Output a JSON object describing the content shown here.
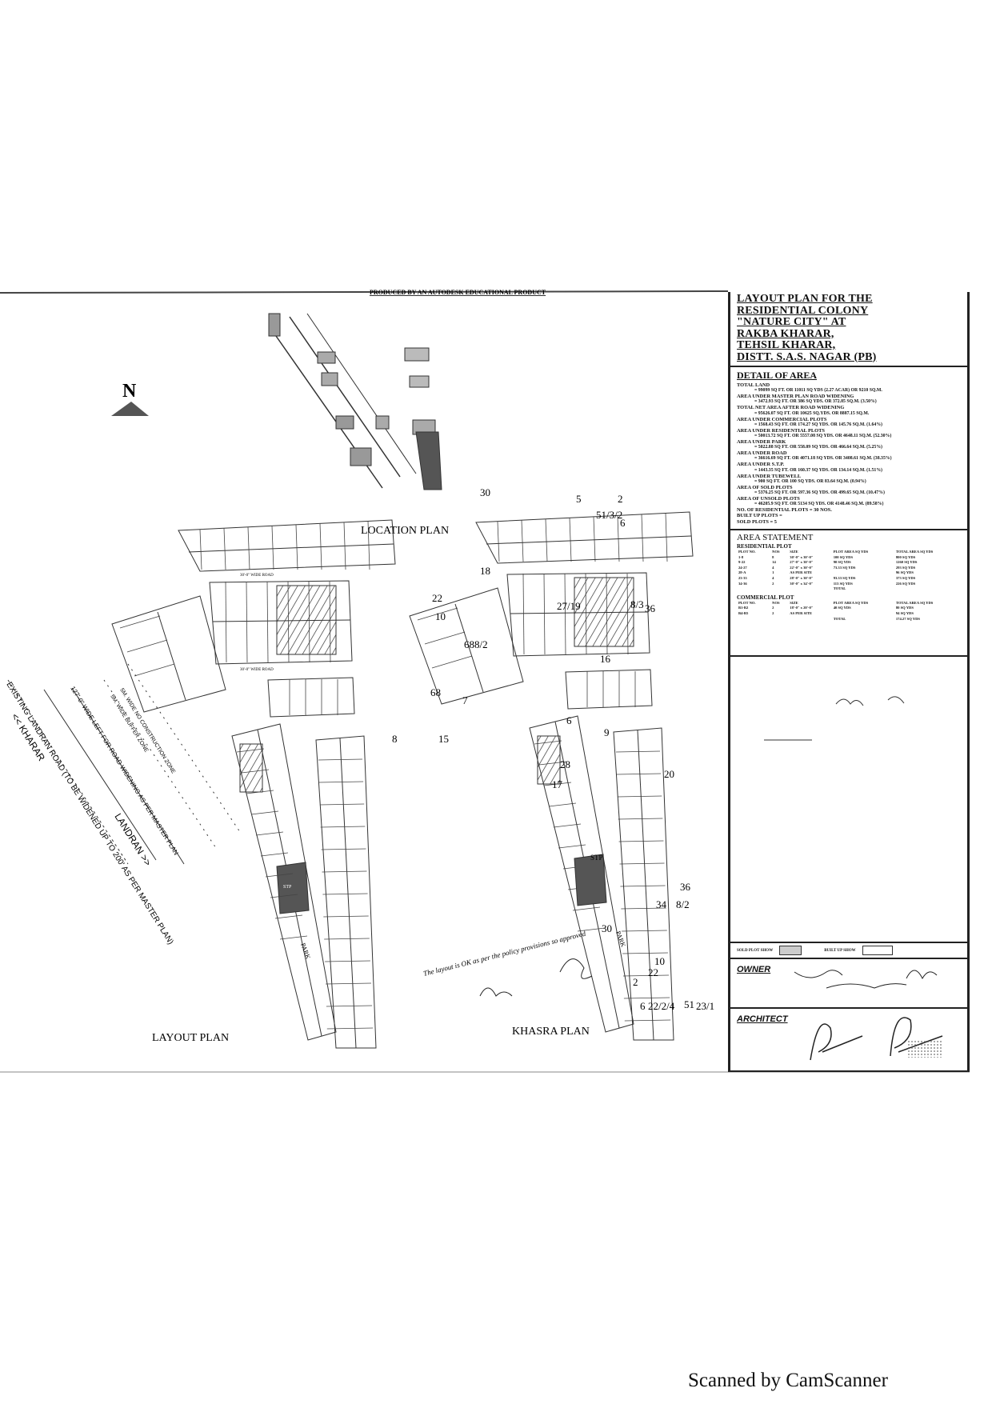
{
  "banner": "PRODUCED BY AN AUTODESK EDUCATIONAL PRODUCT",
  "north_label": "N",
  "labels": {
    "location_plan": "LOCATION PLAN",
    "layout_plan": "LAYOUT PLAN",
    "khasra_plan": "KHASRA PLAN",
    "to_landran": "LANDRAN >>",
    "to_kharar": "<< KHARAR",
    "existing_road": "EXISTING LANDRAN ROAD (TO BE WIDENED UP TO 200' AS PER MASTER PLAN)",
    "road_widening": "127'-0\" WIDE LEFT FOR ROAD WIDENING AS PER MASTER PLAN",
    "no_construction": "5M. WIDE NO CONSTRUCTION ZONE",
    "buffer_zone": "5M. WIDE BUFFER ZONE",
    "wide_road": "30'-0\" WIDE ROAD",
    "park": "PARK",
    "stp": "STP"
  },
  "khasra_numbers": [
    "30",
    "5",
    "2",
    "51/3/2",
    "6",
    "22",
    "18",
    "27/19",
    "8/3",
    "36",
    "10",
    "16",
    "688/2",
    "68",
    "7",
    "8",
    "15",
    "6",
    "9",
    "28",
    "20",
    "17",
    "30",
    "36",
    "34",
    "8/2",
    "10",
    "22",
    "2",
    "6",
    "22/2/4",
    "51",
    "23/1"
  ],
  "handwritten_note": "The layout is OK as per the policy provisions so approved",
  "title_block": {
    "title_lines": [
      "LAYOUT PLAN FOR THE",
      "RESIDENTIAL COLONY",
      "\"NATURE CITY\" AT",
      "RAKBA KHARAR,",
      "TEHSIL KHARAR,",
      "DISTT. S.A.S. NAGAR (PB)"
    ],
    "detail_heading": "DETAIL OF AREA",
    "details": [
      {
        "label": "TOTAL LAND",
        "value": "= 99099 SQ FT. OR 11011 SQ YDS (2.27 ACAR) OR 9210 SQ.M."
      },
      {
        "label": "AREA UNDER MASTER PLAN ROAD WIDENING",
        "value": "= 3472.93 SQ FT. OR 386 SQ YDS. OR 372.85 SQ.M. (3.50%)"
      },
      {
        "label": "TOTAL NET AREA AFTER ROAD WIDENING",
        "value": "= 95626.07 SQ FT. OR 10625 SQ.YDS. OR 8887.15 SQ.M."
      },
      {
        "label": "AREA UNDER COMMERCIAL PLOTS",
        "value": "= 1568.43 SQ FT. OR 174.27 SQ YDS. OR 145.76 SQ.M. (1.64%)"
      },
      {
        "label": "AREA UNDER RESIDENTIAL PLOTS",
        "value": "= 50013.72 SQ FT. OR 5557.08 SQ YDS. OR 4648.11 SQ.M. (52.30%)"
      },
      {
        "label": "AREA UNDER PARK",
        "value": "= 5022.88 SQ FT. OR 558.09 SQ YDS. OR 466.64 SQ.M. (5.25%)"
      },
      {
        "label": "AREA UNDER ROAD",
        "value": "= 36616.69 SQ FT. OR 4071.18 SQ YDS. OR 3408.61 SQ.M. (38.35%)"
      },
      {
        "label": "AREA UNDER S.T.P.",
        "value": "= 1443.35 SQ FT. OR 160.37 SQ YDS. OR 134.14 SQ.M. (1.51%)"
      },
      {
        "label": "AREA UNDER TUBEWELL",
        "value": "= 900 SQ FT. OR 100 SQ YDS. OR 83.64 SQ.M. (0.94%)"
      },
      {
        "label": "AREA OF SOLD PLOTS",
        "value": "= 5376.25 SQ FT. OR 597.36 SQ YDS. OR 499.65 SQ.M. (10.47%)"
      },
      {
        "label": "AREA OF UNSOLD PLOTS",
        "value": "= 46205.9 SQ FT. OR 5134 SQ YDS. OR 4148.46 SQ.M. (89.58%)"
      }
    ],
    "summary": [
      "NO. OF RESIDENTIAL PLOTS = 30 NOS.",
      "BUILT UP PLOTS =",
      "SOLD PLOTS = 5"
    ],
    "statement_heading": "AREA STATEMENT",
    "residential_heading": "RESIDENTIAL PLOT",
    "residential_columns": [
      "PLOT NO.",
      "NOS",
      "SIZE",
      "PLOT AREA SQ YDS",
      "TOTAL AREA SQ YDS"
    ],
    "residential_rows": [
      [
        "1-8",
        "8",
        "30'-0\" x 30'-0\"",
        "100 SQ YDS",
        "800 SQ YDS"
      ],
      [
        "9-22",
        "14",
        "27'-0\" x 30'-0\"",
        "90 SQ YDS",
        "1260 SQ YDS"
      ],
      [
        "24-27",
        "4",
        "22'-0\" x 30'-0\"",
        "73.33 SQ YDS",
        "293 SQ YDS"
      ],
      [
        "28-A",
        "1",
        "AS PER SITE",
        "",
        "96 SQ YDS"
      ],
      [
        "23-33",
        "4",
        "28'-0\" x 30'-0\"",
        "93.33 SQ YDS",
        "373 SQ YDS"
      ],
      [
        "34-36",
        "2",
        "30'-0\" x 34'-0\"",
        "113 SQ YDS",
        "226 SQ YDS"
      ],
      [
        "",
        "",
        "",
        "TOTAL",
        ""
      ]
    ],
    "commercial_heading": "COMMERCIAL PLOT",
    "commercial_columns": [
      "PLOT NO.",
      "NOS",
      "SIZE",
      "PLOT AREA SQ YDS",
      "TOTAL AREA SQ YDS"
    ],
    "commercial_rows": [
      [
        "B1-B2",
        "2",
        "18'-0\" x 20'-0\"",
        "40 SQ YDS",
        "80 SQ YDS"
      ],
      [
        "B4-B5",
        "2",
        "AS PER SITE",
        "",
        "94 SQ YDS"
      ],
      [
        "",
        "",
        "",
        "TOTAL",
        "174.27 SQ YDS"
      ]
    ],
    "legend": {
      "sold": "SOLD PLOT SHOW",
      "built": "BUILT UP SHOW"
    },
    "owner_label": "OWNER",
    "architect_label": "ARCHITECT"
  },
  "footer": "Scanned by CamScanner"
}
